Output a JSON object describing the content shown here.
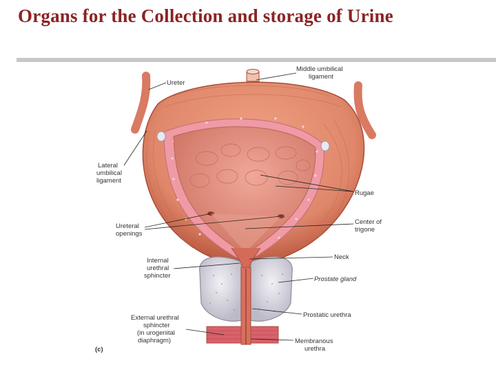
{
  "slide": {
    "title": "Organs for the Collection and storage of Urine"
  },
  "figure": {
    "panel_letter": "(c)",
    "labels": {
      "ureter": "Ureter",
      "middle_umbilical": [
        "Middle umbilical",
        "ligament"
      ],
      "lateral_umbilical": [
        "Lateral",
        "umbilical",
        "ligament"
      ],
      "rugae": "Rugae",
      "ureteral_openings": [
        "Ureteral",
        "openings"
      ],
      "center_trigone": [
        "Center of",
        "trigone"
      ],
      "neck": "Neck",
      "internal_sphincter": [
        "Internal",
        "urethral",
        "sphincter"
      ],
      "prostate": "Prostate gland",
      "prostatic_urethra": "Prostatic urethra",
      "external_sphincter": [
        "External urethral",
        "sphincter",
        "(in urogenital",
        "diaphragm)"
      ],
      "membranous_urethra": [
        "Membranous",
        "urethra"
      ]
    },
    "colors": {
      "muscle": "#e0876a",
      "muscle_dark": "#b8563e",
      "mucosa_band": "#ef9aa4",
      "lumen": "#df8a78",
      "prostate": "#e4e2ea",
      "title": "#8b2323"
    }
  }
}
